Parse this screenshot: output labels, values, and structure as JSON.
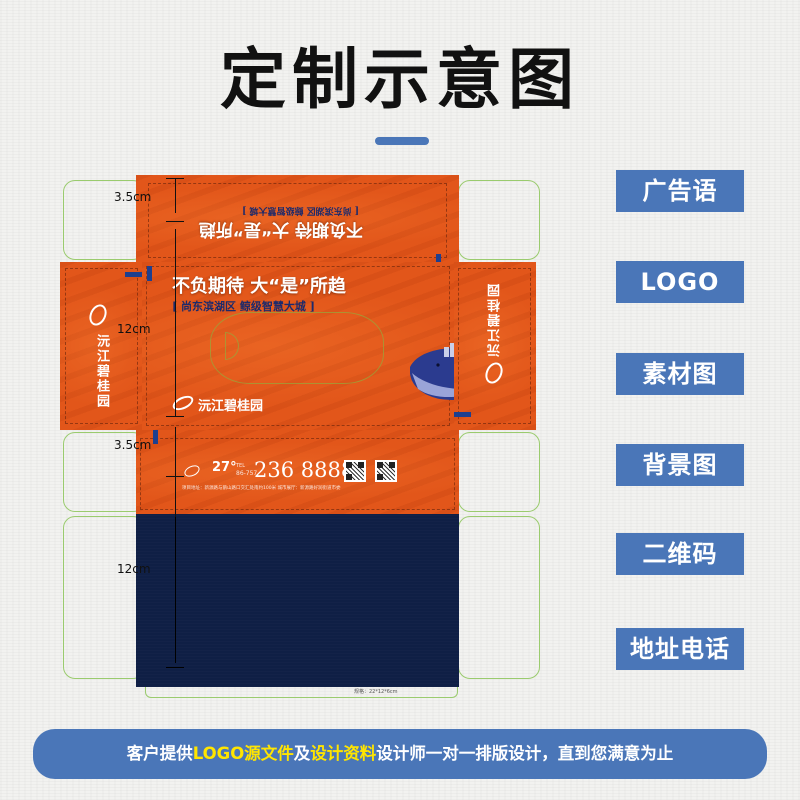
{
  "header": {
    "title": "定制示意图"
  },
  "dieline": {
    "top_flap": {
      "slogan_main": "不负期待 大“是”所趋",
      "slogan_sub": "[ 尚东滨湖区  鲸级智慧大城 ]"
    },
    "main_face": {
      "slogan_main": "不负期待 大“是”所趋",
      "slogan_sub": "[ 尚东滨湖区  鲸级智慧大城 ]",
      "brand": "沅江碧桂园"
    },
    "side_left": {
      "brand": "沅江碧桂园"
    },
    "side_right": {
      "brand": "沅江碧桂园"
    },
    "info_strip": {
      "number_badge": "27°",
      "tel_label": "TEL",
      "area_code": "86-757",
      "phone": "236 8888",
      "address_line": "项目地址：新源路与鹅山路口交汇处南约100米    城市展厅：新源路好润街道市委"
    },
    "spec_text": "规格：22*12*6cm"
  },
  "measurements": [
    {
      "label": "3.5cm"
    },
    {
      "label": "12cm"
    },
    {
      "label": "3.5cm"
    },
    {
      "label": "12cm"
    }
  ],
  "legend_tags": [
    {
      "label": "广告语"
    },
    {
      "label": "LOGO"
    },
    {
      "label": "素材图"
    },
    {
      "label": "背景图"
    },
    {
      "label": "二维码"
    },
    {
      "label": "地址电话"
    }
  ],
  "footer": {
    "part1": "客户提供",
    "hl1": "LOGO源文件",
    "part2": "及",
    "hl2": "设计资料",
    "part3": "设计师一对一排版设计，直到您满意为止"
  },
  "colors": {
    "accent_blue": "#4a76b8",
    "orange": "#e2561a",
    "navy": "#0f1f45",
    "highlight_yellow": "#ffe500",
    "dieline_green": "#9acb6e"
  }
}
